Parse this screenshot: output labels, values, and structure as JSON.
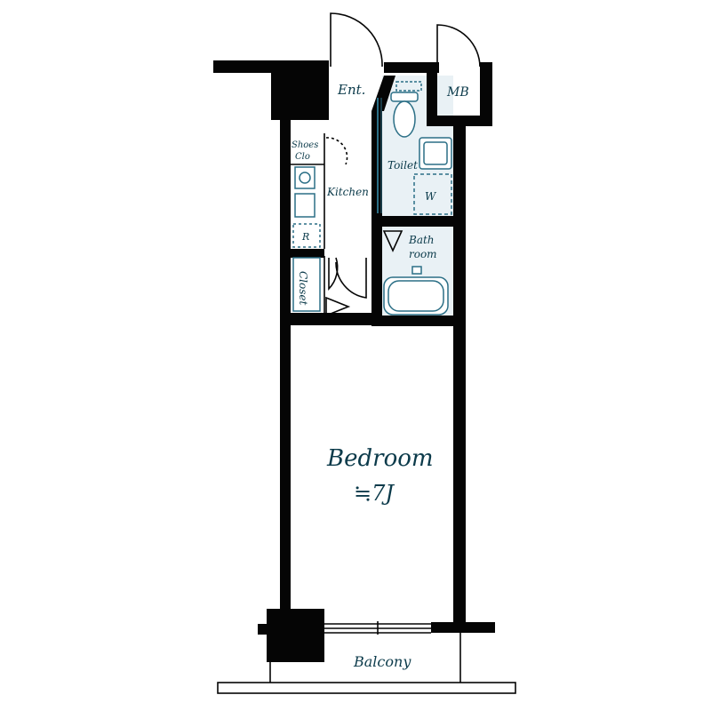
{
  "rooms": {
    "entrance": "Ent.",
    "meter_box": "MB",
    "shoes_closet": [
      "Shoes",
      "Clo"
    ],
    "kitchen": "Kitchen",
    "toilet": "Toilet",
    "washer": "W",
    "bathroom": [
      "Bath",
      "room"
    ],
    "refrigerator": "R",
    "closet": "Closet",
    "bedroom": "Bedroom",
    "bedroom_size": "≒7J",
    "balcony": "Balcony"
  },
  "colors": {
    "wall": "#050505",
    "accent": "#2b6f86",
    "fill_light": "#e9f1f5",
    "text": "#0b3a4a"
  }
}
